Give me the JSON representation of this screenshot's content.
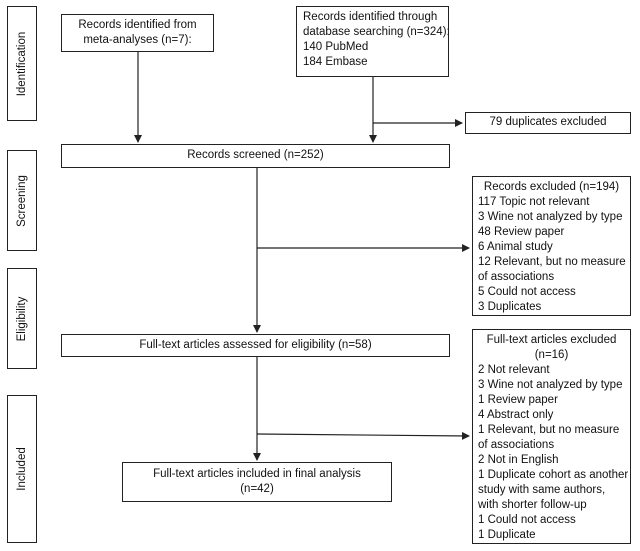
{
  "stages": {
    "identification": "Identification",
    "screening": "Screening",
    "eligibility": "Eligibility",
    "included": "Included"
  },
  "boxes": {
    "meta_analyses": {
      "lines": [
        "Records identified from",
        "meta-analyses (n=7):"
      ]
    },
    "database": {
      "lines": [
        "Records identified through",
        "database searching (n=324):",
        "140 PubMed",
        "184 Embase"
      ]
    },
    "duplicates": {
      "lines": [
        "79 duplicates excluded"
      ]
    },
    "screened": {
      "lines": [
        "Records screened (n=252)"
      ]
    },
    "records_excluded": {
      "title": "Records excluded (n=194)",
      "items": [
        "117 Topic not relevant",
        "3 Wine not analyzed by type",
        "48 Review paper",
        "6 Animal study",
        "12 Relevant, but no measure",
        "of associations",
        "5 Could not access",
        "3 Duplicates"
      ]
    },
    "fulltext_assessed": {
      "lines": [
        "Full-text articles assessed for eligibility (n=58)"
      ]
    },
    "fulltext_excluded": {
      "title_lines": [
        "Full-text articles excluded",
        "(n=16)"
      ],
      "items": [
        "2 Not relevant",
        "3 Wine not analyzed by type",
        "1 Review paper",
        "4 Abstract only",
        "1 Relevant, but no measure",
        "of associations",
        "2 Not in English",
        "1 Duplicate cohort as another",
        "study with same authors,",
        "with shorter follow-up",
        "1 Could not access",
        "1 Duplicate"
      ]
    },
    "final": {
      "lines": [
        "Full-text articles included in final analysis",
        "(n=42)"
      ]
    }
  }
}
